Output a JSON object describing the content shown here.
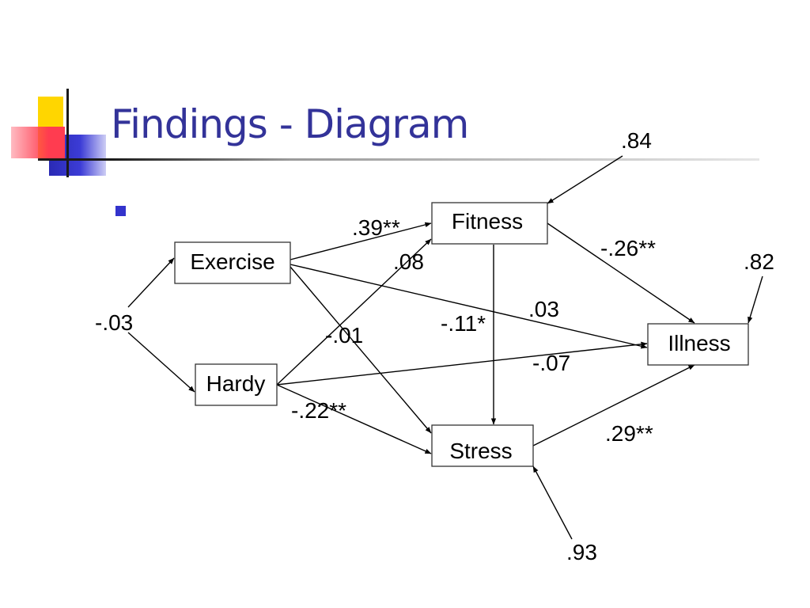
{
  "slide": {
    "title": "Findings - Diagram"
  },
  "diagram": {
    "nodes": {
      "exercise": "Exercise",
      "hardy": "Hardy",
      "fitness": "Fitness",
      "stress": "Stress",
      "illness": "Illness"
    },
    "edge_labels": {
      "exercise_hardy": "-.03",
      "exercise_fitness": ".39**",
      "hardy_fitness": ".08",
      "exercise_stress": "-.01",
      "hardy_stress": "-.22**",
      "fitness_stress": "-.11*",
      "exercise_illness": ".03",
      "hardy_illness": "-.07",
      "fitness_illness": "-.26**",
      "stress_illness": ".29**"
    },
    "error_terms": {
      "fitness": ".84",
      "illness": ".82",
      "stress": ".93"
    }
  }
}
